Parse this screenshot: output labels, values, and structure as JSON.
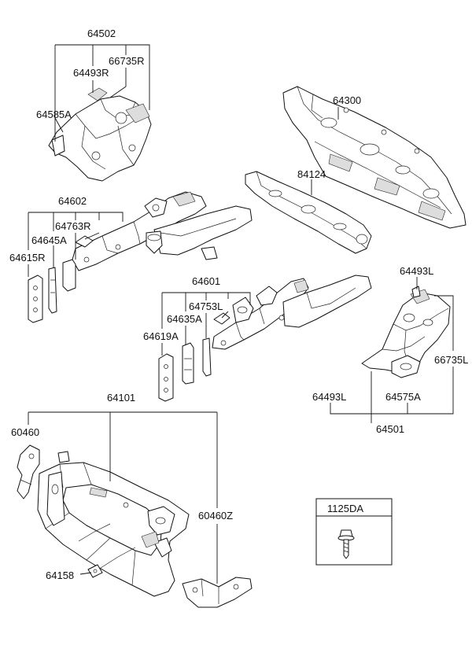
{
  "parts": {
    "p64502": "64502",
    "p64493R": "64493R",
    "p66735R": "66735R",
    "p64585A": "64585A",
    "p64300": "64300",
    "p84124": "84124",
    "p64602": "64602",
    "p64763R": "64763R",
    "p64645A": "64645A",
    "p64615R": "64615R",
    "p64601": "64601",
    "p64753L": "64753L",
    "p64635A": "64635A",
    "p64619A": "64619A",
    "p64493L_top": "64493L",
    "p66735L": "66735L",
    "p64493L_bottom": "64493L",
    "p64575A": "64575A",
    "p64501": "64501",
    "p64101": "64101",
    "p60460": "60460",
    "p60460Z": "60460Z",
    "p64158": "64158",
    "p1125DA": "1125DA"
  }
}
